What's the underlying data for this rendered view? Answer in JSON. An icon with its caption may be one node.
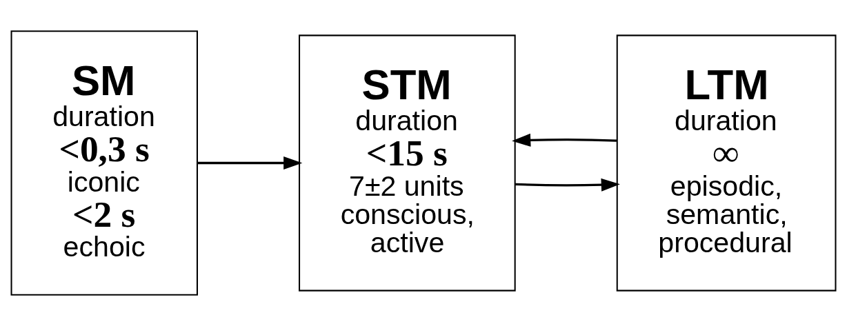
{
  "diagram": {
    "nodes": [
      {
        "text": [
          "SM",
          "duration",
          "<0,3 s",
          "iconic",
          "<2 s",
          "echoic"
        ]
      },
      {
        "text": [
          "STM",
          "duration",
          "<15 s",
          "7±2 units",
          "conscious, active"
        ]
      },
      {
        "text": [
          "LTM",
          "duration",
          "∞",
          "episodic, semantic, procedural"
        ]
      }
    ],
    "edges": [
      {
        "from": 0,
        "to": 1,
        "arrow": "to"
      },
      {
        "from": 1,
        "to": 2,
        "arrow": "to"
      },
      {
        "from": 2,
        "to": 1,
        "arrow": "to"
      }
    ]
  }
}
